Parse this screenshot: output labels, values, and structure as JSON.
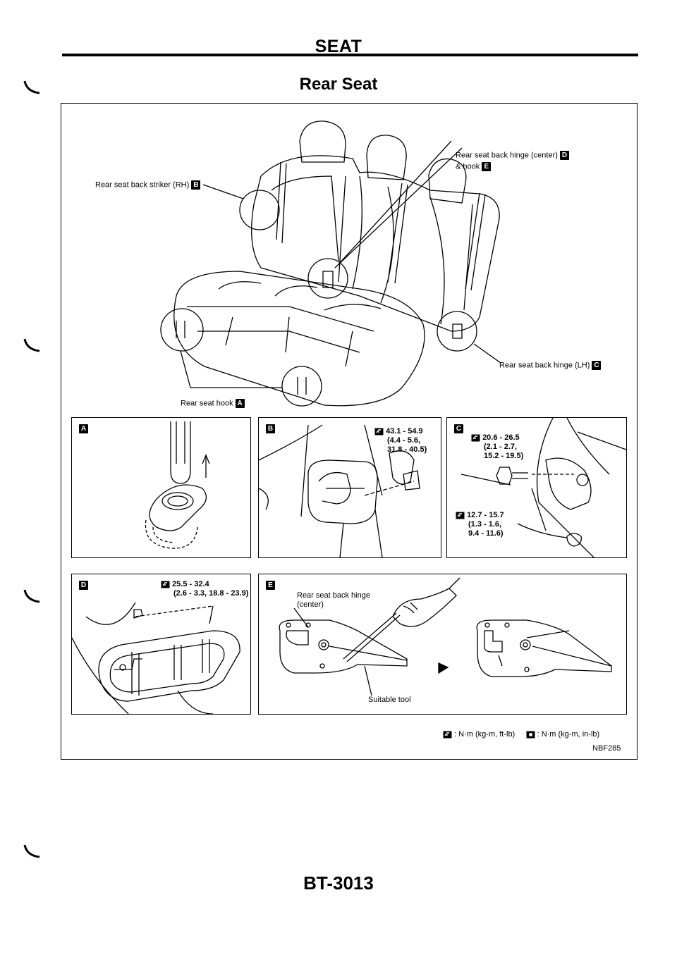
{
  "header": {
    "section": "SEAT",
    "title": "Rear Seat"
  },
  "callouts": {
    "striker_rh": "Rear seat back striker (RH)",
    "striker_rh_badge": "B",
    "hinge_center": "Rear seat back hinge (center)",
    "hinge_center_badge": "D",
    "hook_line": "& hook",
    "hook_badge": "E",
    "hinge_lh": "Rear seat back hinge (LH)",
    "hinge_lh_badge": "C",
    "seat_hook": "Rear seat hook",
    "seat_hook_badge": "A"
  },
  "panels": {
    "a": {
      "badge": "A"
    },
    "b": {
      "badge": "B",
      "torque": [
        "43.1 - 54.9",
        "(4.4 - 5.6,",
        "31.8 - 40.5)"
      ]
    },
    "c": {
      "badge": "C",
      "torque1": [
        "20.6 - 26.5",
        "(2.1 - 2.7,",
        "15.2 - 19.5)"
      ],
      "torque2": [
        "12.7 - 15.7",
        "(1.3 - 1.6,",
        "9.4 - 11.6)"
      ]
    },
    "d": {
      "badge": "D",
      "torque": [
        "25.5 - 32.4",
        "(2.6 - 3.3, 18.8 - 23.9)"
      ]
    },
    "e": {
      "badge": "E",
      "hinge_label": [
        "Rear seat back hinge",
        "(center)"
      ],
      "tool_label": "Suitable tool"
    }
  },
  "legend": {
    "nm_ftlb": ": N·m (kg-m, ft-lb)",
    "nm_inlb": ": N·m (kg-m, in-lb)"
  },
  "figure_code": "NBF285",
  "page_number": "BT-3013"
}
